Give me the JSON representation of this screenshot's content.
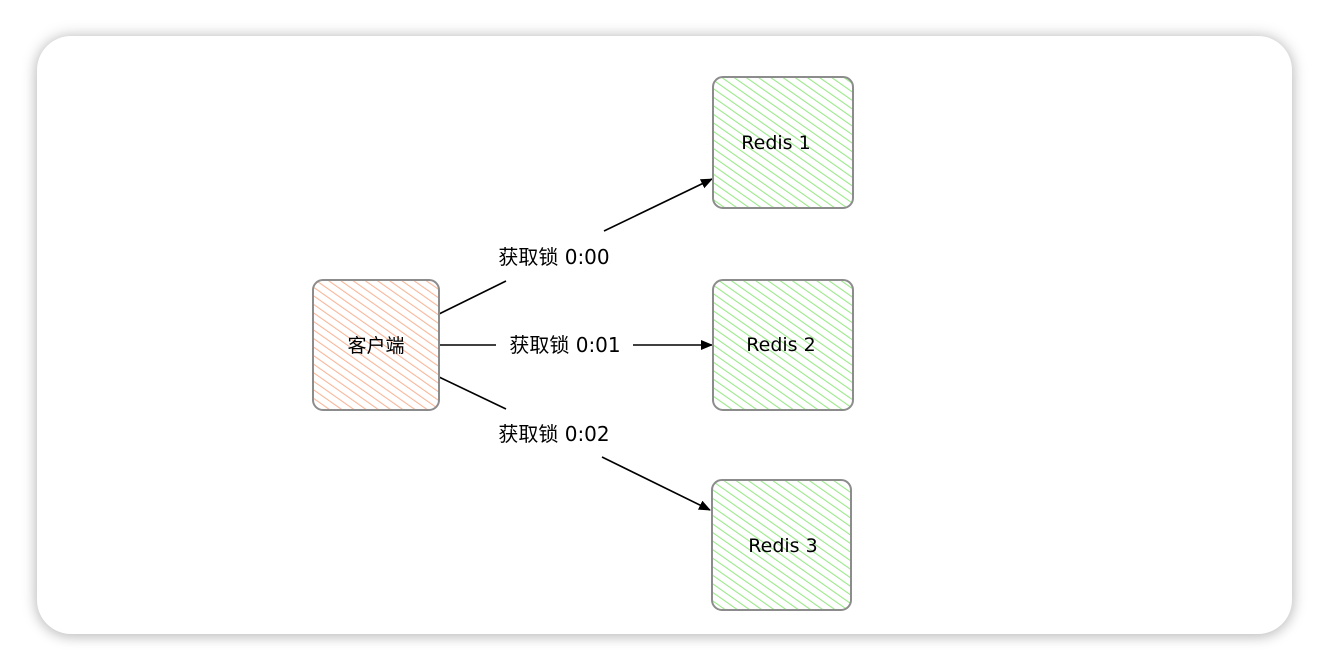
{
  "client": {
    "label": "客户端",
    "color": "#f6b79a"
  },
  "servers": [
    {
      "label": "Redis 1",
      "color": "#9be88a"
    },
    {
      "label": "Redis 2",
      "color": "#9be88a"
    },
    {
      "label": "Redis 3",
      "color": "#9be88a"
    }
  ],
  "edges": [
    {
      "label": "获取锁 0:00"
    },
    {
      "label": "获取锁 0:01"
    },
    {
      "label": "获取锁 0:02"
    }
  ],
  "colors": {
    "node_border": "#8c8c8c",
    "edge": "#000000"
  }
}
